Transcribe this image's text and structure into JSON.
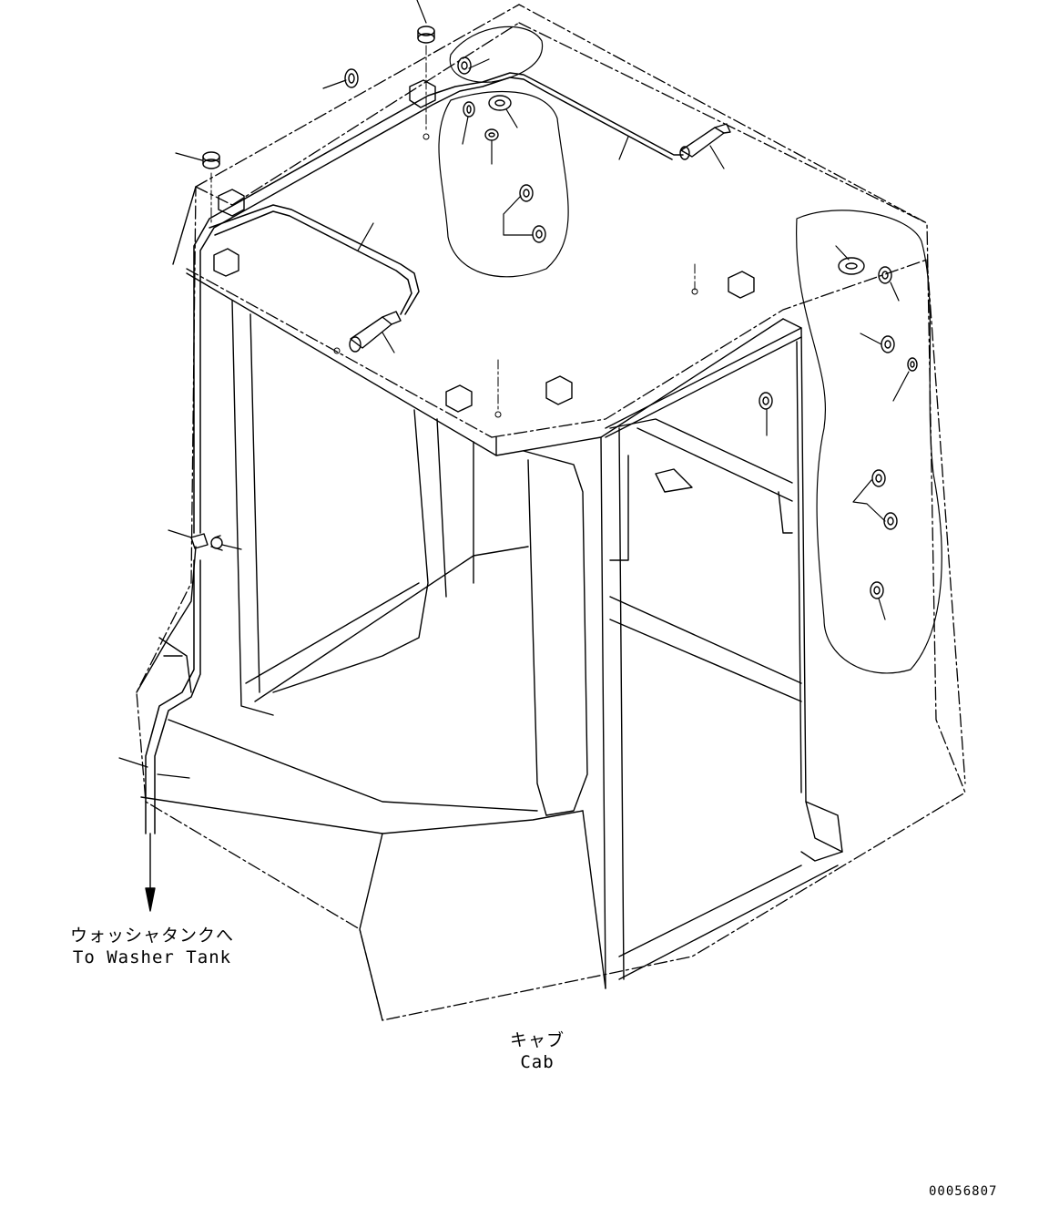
{
  "labels": {
    "washer_tank_jp": "ウォッシャタンクへ",
    "washer_tank_en": "To Washer Tank",
    "cab_jp": "キャブ",
    "cab_en": "Cab"
  },
  "drawing_number": "00056807"
}
